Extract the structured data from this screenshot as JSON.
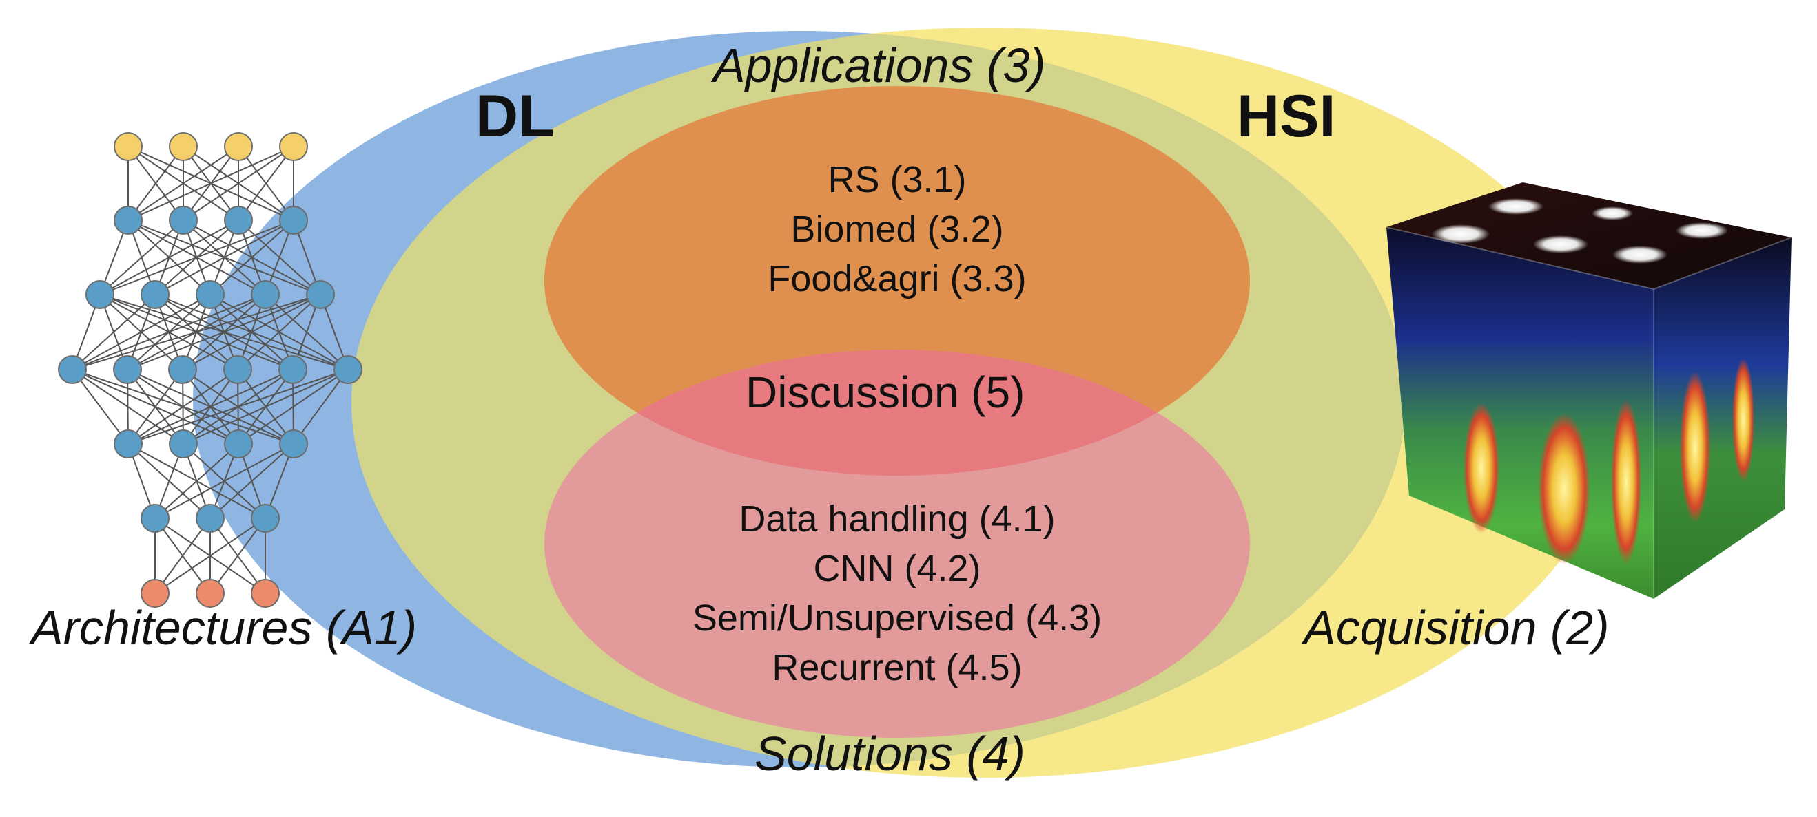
{
  "colors": {
    "dl_ellipse": "#8fb6e2",
    "hsi_ellipse": "#f7e98a",
    "overlap": "#d3d48b",
    "applications_ellipse": "#e0904e",
    "solutions_ellipse": "#e39a9a",
    "discussion_overlap": "#e67a7e",
    "nn_output_node": "#f5cf6a",
    "nn_hidden_node": "#5a9ec8",
    "nn_input_node": "#ee8a6c"
  },
  "labels": {
    "dl": "DL",
    "hsi": "HSI",
    "applications": "Applications (3)",
    "solutions": "Solutions (4)",
    "architectures": "Architectures (A1)",
    "acquisition": "Acquisition (2)",
    "discussion": "Discussion (5)"
  },
  "applications_items": [
    "RS (3.1)",
    "Biomed (3.2)",
    "Food&agri (3.3)"
  ],
  "solutions_items": [
    "Data handling (4.1)",
    "CNN (4.2)",
    "Semi/Unsupervised (4.3)",
    "Recurrent (4.5)"
  ],
  "icons": {
    "neural_network": "neural-network-icon",
    "hyperspectral_cube": "hyperspectral-cube-icon"
  }
}
